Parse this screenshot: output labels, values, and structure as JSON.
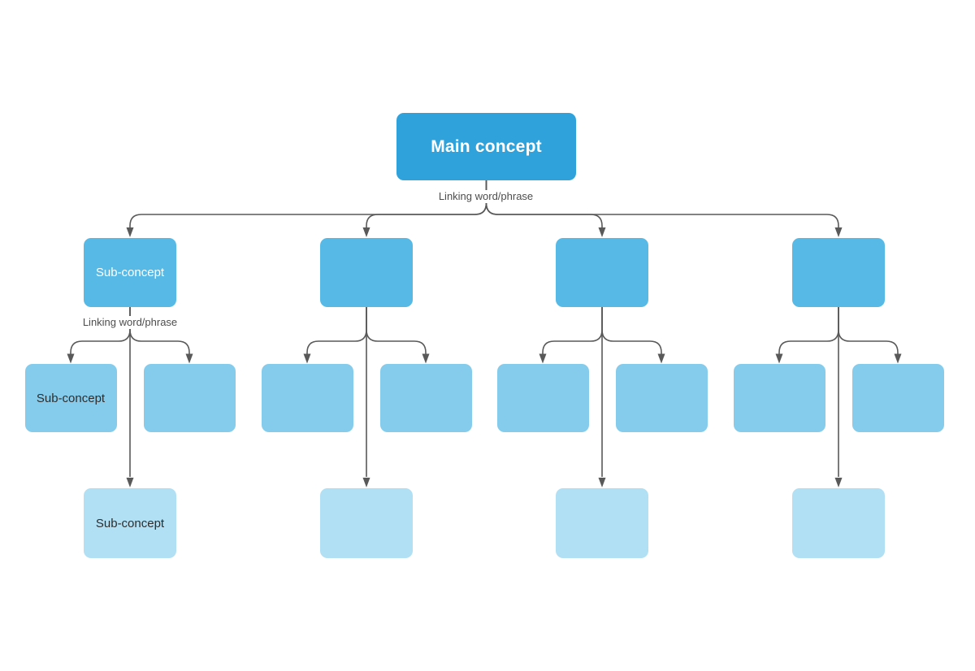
{
  "canvas": {
    "background": "#ffffff"
  },
  "colors": {
    "node_main": "#2FA2DB",
    "node_level1": "#57B9E6",
    "node_level2": "#85CCEC",
    "node_level3": "#B1DFF4",
    "connector": "#595959",
    "link_label_text": "#4D4D4D",
    "text_on_blue": "#FFFFFF",
    "text_dark": "#2D2D2D"
  },
  "diagram": {
    "main": {
      "label": "Main concept"
    },
    "main_link_label": "Linking word/phrase",
    "columns": [
      {
        "level1_label": "Sub-concept",
        "link_label": "Linking word/phrase",
        "child_left_label": "Sub-concept",
        "child_right_label": "",
        "bottom_label": "Sub-concept"
      },
      {
        "level1_label": "",
        "link_label": "",
        "child_left_label": "",
        "child_right_label": "",
        "bottom_label": ""
      },
      {
        "level1_label": "",
        "link_label": "",
        "child_left_label": "",
        "child_right_label": "",
        "bottom_label": ""
      },
      {
        "level1_label": "",
        "link_label": "",
        "child_left_label": "",
        "child_right_label": "",
        "bottom_label": ""
      }
    ]
  }
}
